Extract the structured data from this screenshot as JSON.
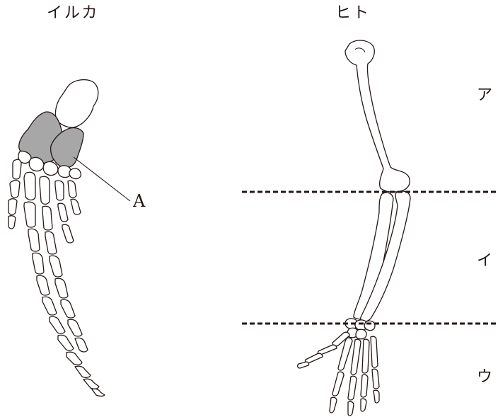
{
  "titles": {
    "dolphin": "イルカ",
    "human": "ヒト"
  },
  "labels": {
    "a": "A",
    "upper_arm": "ア",
    "forearm": "イ",
    "hand": "ウ"
  },
  "colors": {
    "line": "#231815",
    "highlight": "#a7a7a7"
  }
}
